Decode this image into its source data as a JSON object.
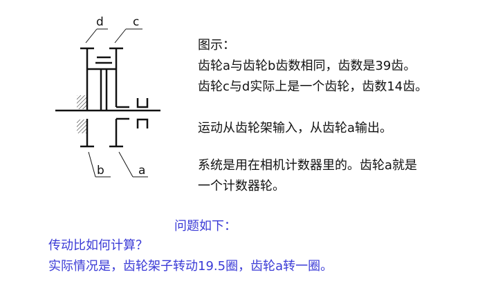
{
  "diagram": {
    "labels": {
      "d": "d",
      "c": "c",
      "b": "b",
      "a": "a"
    }
  },
  "description": {
    "heading": "图示：",
    "line1": "齿轮a与齿轮b齿数相同，齿数是39齿。",
    "line2": "齿轮c与d实际上是一个齿轮，齿数14齿。",
    "line3": "运动从齿轮架输入，从齿轮a输出。",
    "line4": "系统是用在相机计数器里的。齿轮a就是",
    "line5": "一个计数器轮。"
  },
  "question": {
    "title": "问题如下：",
    "line1": "传动比如何计算？",
    "line2": "实际情况是，齿轮架子转动19.5圈，齿轮a转一圈。"
  },
  "colors": {
    "text": "#111111",
    "question_text": "#3a3ad6",
    "background": "#ffffff"
  }
}
